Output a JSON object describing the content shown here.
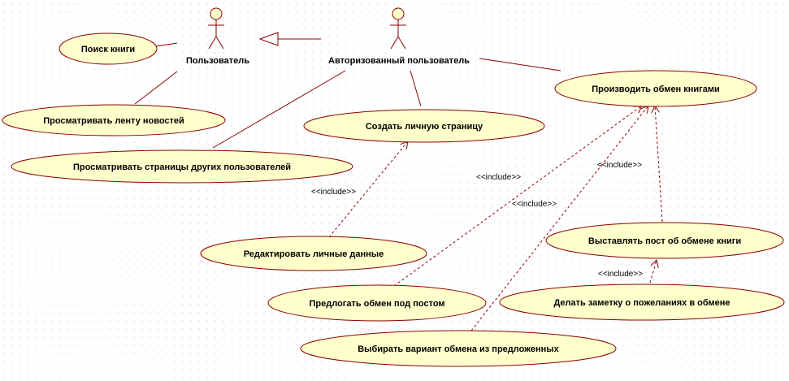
{
  "colors": {
    "use_case_fill": "#FFFFCC",
    "outline": "#8B0000",
    "actor_fill": "#FFFFCC",
    "line": "#8B0000"
  },
  "actors": {
    "user": "Пользователь",
    "auth_user": "Авторизованный пользователь"
  },
  "use_cases": {
    "search_book": "Поиск книги",
    "view_news": "Просматривать ленту новостей",
    "view_others": "Просматривать страницы других пользователей",
    "create_page": "Создать личную страницу",
    "exchange_books": "Производить обмен книгами",
    "edit_data": "Редактировать личные данные",
    "post_exchange": "Выставлять пост об обмене книги",
    "offer_exchange": "Предлогать обмен под постом",
    "make_note": "Делать заметку о пожеланиях в обмене",
    "choose_option": "Выбирать вариант обмена из предложенных"
  },
  "relations": {
    "include_label": "<<include>>"
  }
}
